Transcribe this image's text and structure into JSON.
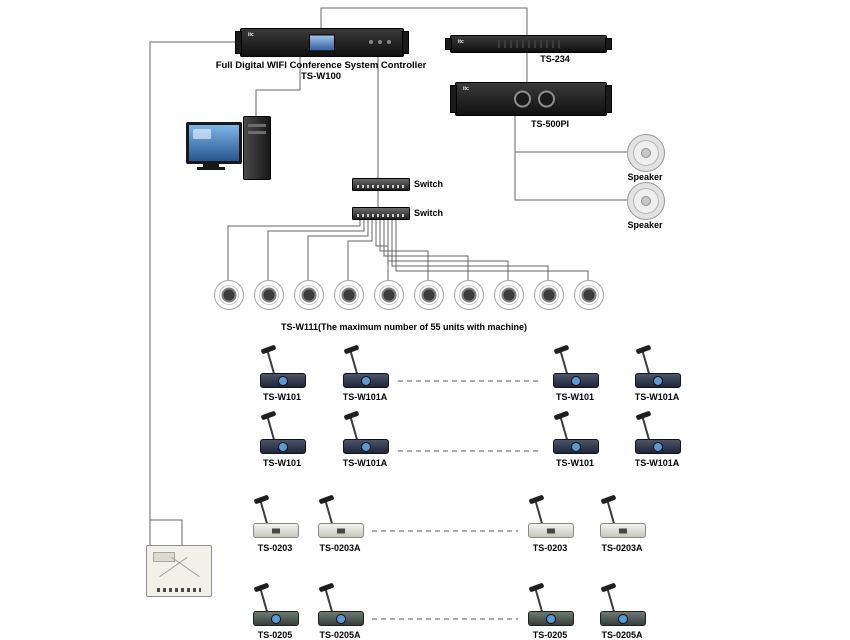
{
  "diagram": {
    "controller": {
      "label": "Full Digital WIFI Conference System Controller TS-W100",
      "brand": "itc"
    },
    "rack": {
      "ts234_label": "TS-234",
      "ts500pi_label": "TS-500PI",
      "brand": "itc"
    },
    "speakers": [
      "Speaker",
      "Speaker"
    ],
    "switches": [
      "Switch",
      "Switch"
    ],
    "wifi_units": {
      "caption": "TS-W111(The maximum number of 55 units with machine)",
      "count": 10
    },
    "mic_rows": [
      {
        "labels": [
          "TS-W101",
          "TS-W101A",
          "TS-W101",
          "TS-W101A"
        ]
      },
      {
        "labels": [
          "TS-W101",
          "TS-W101A",
          "TS-W101",
          "TS-W101A"
        ]
      },
      {
        "labels": [
          "TS-0203",
          "TS-0203A",
          "TS-0203",
          "TS-0203A"
        ]
      },
      {
        "labels": [
          "TS-0205",
          "TS-0205A",
          "TS-0205",
          "TS-0205A"
        ]
      }
    ],
    "colors": {
      "wire": "#666666",
      "device_black": "#1c1c1c",
      "screen_blue": "#5b9bd5"
    }
  }
}
